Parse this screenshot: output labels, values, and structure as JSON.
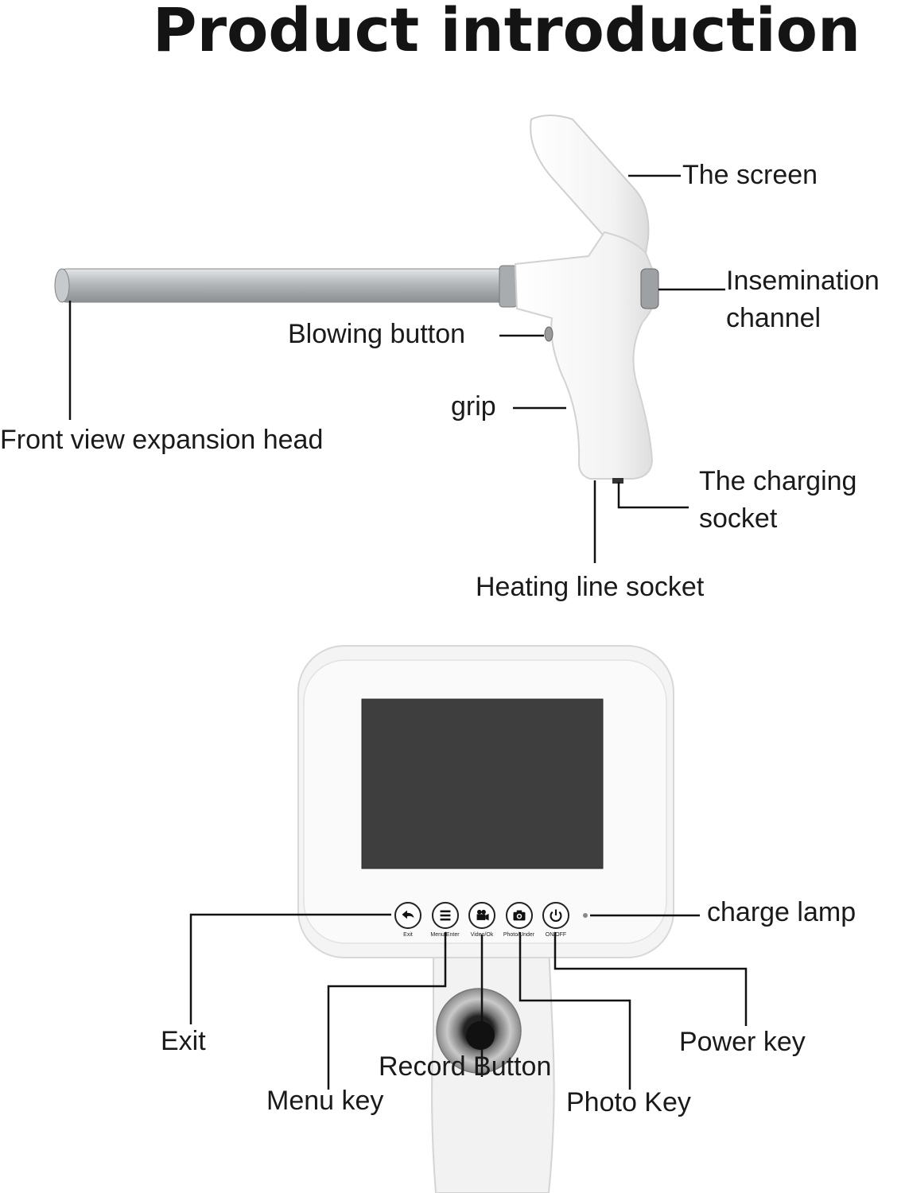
{
  "title": "Product introduction",
  "top_view_labels": {
    "screen": "The screen",
    "insemination_line1": "Insemination",
    "insemination_line2": "channel",
    "blowing_button": "Blowing button",
    "grip": "grip",
    "front_view_head": "Front view expansion head",
    "charging_line1": "The charging",
    "charging_line2": "socket",
    "heating_socket": "Heating line socket"
  },
  "front_view_labels": {
    "charge_lamp": "charge lamp",
    "exit": "Exit",
    "power_key": "Power key",
    "record_button": "Record Button",
    "menu_key": "Menu key",
    "photo_key": "Photo Key"
  },
  "device_buttons": [
    {
      "icon": "back-arrow-icon",
      "caption": "Exit"
    },
    {
      "icon": "menu-lines-icon",
      "caption": "Menu/Enter"
    },
    {
      "icon": "video-camera-icon",
      "caption": "Video/Ok"
    },
    {
      "icon": "photo-camera-icon",
      "caption": "Photo/Under"
    },
    {
      "icon": "power-icon",
      "caption": "ON/OFF"
    }
  ],
  "colors": {
    "device_body": "#f4f4f4",
    "device_outline": "#d6d6d6",
    "screen_display": "#3e3e3e",
    "rod_metal": "#b9bcbe",
    "leader_line": "#111111"
  }
}
